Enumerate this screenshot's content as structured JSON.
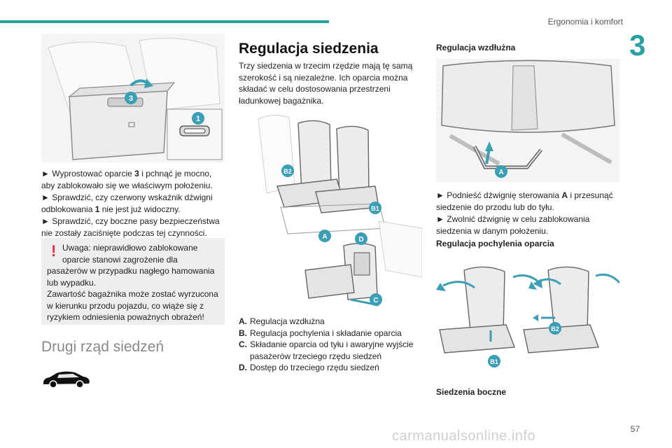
{
  "header": {
    "section_title": "Ergonomia i komfort",
    "chapter_number": "3"
  },
  "left": {
    "bullets": [
      {
        "pre": "Wyprostować oparcie ",
        "bold": "3",
        "post": " i pchnąć je mocno, aby zablokowało się we właściwym położeniu."
      },
      {
        "pre": "Sprawdzić, czy czerwony wskaźnik dźwigni odblokowania ",
        "bold": "1",
        "post": " nie jest już widoczny."
      },
      {
        "pre": "Sprawdzić, czy boczne pasy bezpieczeństwa nie zostały zaciśnięte podczas tej czynności.",
        "bold": "",
        "post": ""
      }
    ],
    "bullet_marker": "►",
    "warning": {
      "mark": "!",
      "lines": [
        "Uwaga: nieprawidłowo zablokowane",
        "oparcie stanowi zagrożenie dla",
        "pasażerów w przypadku nagłego hamowania",
        "lub wypadku.",
        "Zawartość bagażnika może zostać wyrzucona",
        "w kierunku przodu pojazdu, co wiąże się z",
        "ryzykiem odniesienia poważnych obrażeń!"
      ]
    },
    "section_heading": "Drugi rząd siedzeń",
    "badges": {
      "one": "1",
      "three": "3"
    }
  },
  "middle": {
    "heading": "Regulacja siedzenia",
    "intro_lines": [
      "Trzy siedzenia w trzecim rzędzie mają tę samą",
      "szerokość i są niezależne. Ich oparcia można",
      "składać w celu dostosowania przestrzeni",
      "ładunkowej bagażnika."
    ],
    "badges": {
      "b2": "B2",
      "b1": "B1",
      "a": "A",
      "d": "D",
      "c": "C"
    },
    "legend": [
      {
        "key": "A.",
        "text": "Regulacja wzdłużna"
      },
      {
        "key": "B.",
        "text": "Regulacja pochylenia i składanie oparcia"
      },
      {
        "key": "C.",
        "text": "Składanie oparcia od tyłu i awaryjne wyjście"
      },
      {
        "key": "",
        "text": "pasażerów trzeciego rzędu siedzeń"
      },
      {
        "key": "D.",
        "text": "Dostęp do trzeciego rzędu siedzeń"
      }
    ]
  },
  "right": {
    "heading_long": "Regulacja wzdłużna",
    "badge_a": "A",
    "bullets": [
      {
        "pre": "Podnieść dźwignię sterowania ",
        "bold": "A",
        "post": " i przesunąć siedzenie do przodu lub do tyłu."
      },
      {
        "pre": "Zwolnić dźwignię w celu zablokowania siedzenia w danym położeniu.",
        "bold": "",
        "post": ""
      }
    ],
    "heading_tilt": "Regulacja pochylenia oparcia",
    "badges_tilt": {
      "b1": "B1",
      "b2": "B2"
    },
    "caption": "Siedzenia boczne"
  },
  "footer": {
    "page_number": "57",
    "watermark": "carmanualsonline.info"
  },
  "colors": {
    "accent": "#2aa0a0",
    "badge": "#3a9fb4",
    "warning_mark": "#e8264a"
  }
}
